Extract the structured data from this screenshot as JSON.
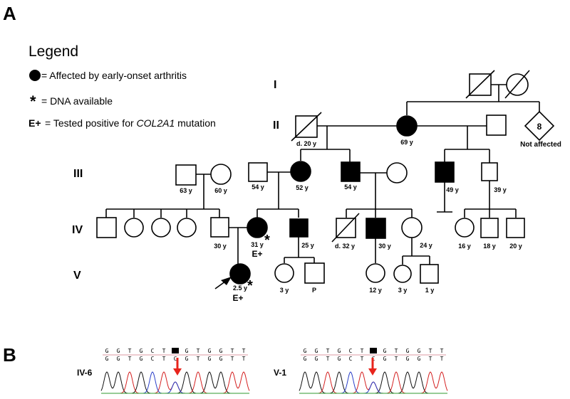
{
  "panels": {
    "a": "A",
    "b": "B"
  },
  "legend": {
    "title": "Legend",
    "affected": "= Affected by early-onset arthritis",
    "dna_symbol": "*",
    "dna": "= DNA available",
    "eplus_symbol": "E+",
    "eplus_prefix": "= Tested positive for ",
    "gene": "COL2A1",
    "eplus_suffix": " mutation"
  },
  "generations": [
    "I",
    "II",
    "III",
    "IV",
    "V"
  ],
  "labels": {
    "ii_father": "d. 20 y",
    "ii_mother": "69 y",
    "ii_sibs_count": "8",
    "ii_sibs_status": "Not affected",
    "iii_1": "63 y",
    "iii_2": "60 y",
    "iii_3": "54 y",
    "iii_4": "52 y",
    "iii_5": "54 y",
    "iii_7": "49 y",
    "iii_8": "39 y",
    "iv_5": "30 y",
    "iv_6": "31 y",
    "iv_6_mark": "E+",
    "iv_7": "25 y",
    "iv_8": "d. 32 y",
    "iv_9": "30 y",
    "iv_10": "24 y",
    "iv_11": "16 y",
    "iv_12": "18 y",
    "iv_13": "20 y",
    "v_1": "2.5 y",
    "v_1_mark": "E+",
    "v_2": "3 y",
    "v_3": "P",
    "v_4": "12 y",
    "v_5": "3 y",
    "v_6": "1 y",
    "star": "*"
  },
  "chromatograms": [
    {
      "label": "IV-6",
      "bases": [
        "G",
        "G",
        "T",
        "G",
        "C",
        "T",
        "C",
        "G",
        "T",
        "G",
        "G",
        "T",
        "T"
      ],
      "highlight": 6
    },
    {
      "label": "V-1",
      "bases": [
        "G",
        "G",
        "T",
        "G",
        "C",
        "T",
        "C",
        "G",
        "T",
        "G",
        "G",
        "T",
        "T"
      ],
      "highlight": 6
    }
  ],
  "colors": {
    "affected": "#000000",
    "arrow_red": "#e8241c",
    "trace_green": "#2e9a2e",
    "trace_blue": "#2a3fc8",
    "trace_red": "#d42020",
    "trace_black": "#111111"
  }
}
